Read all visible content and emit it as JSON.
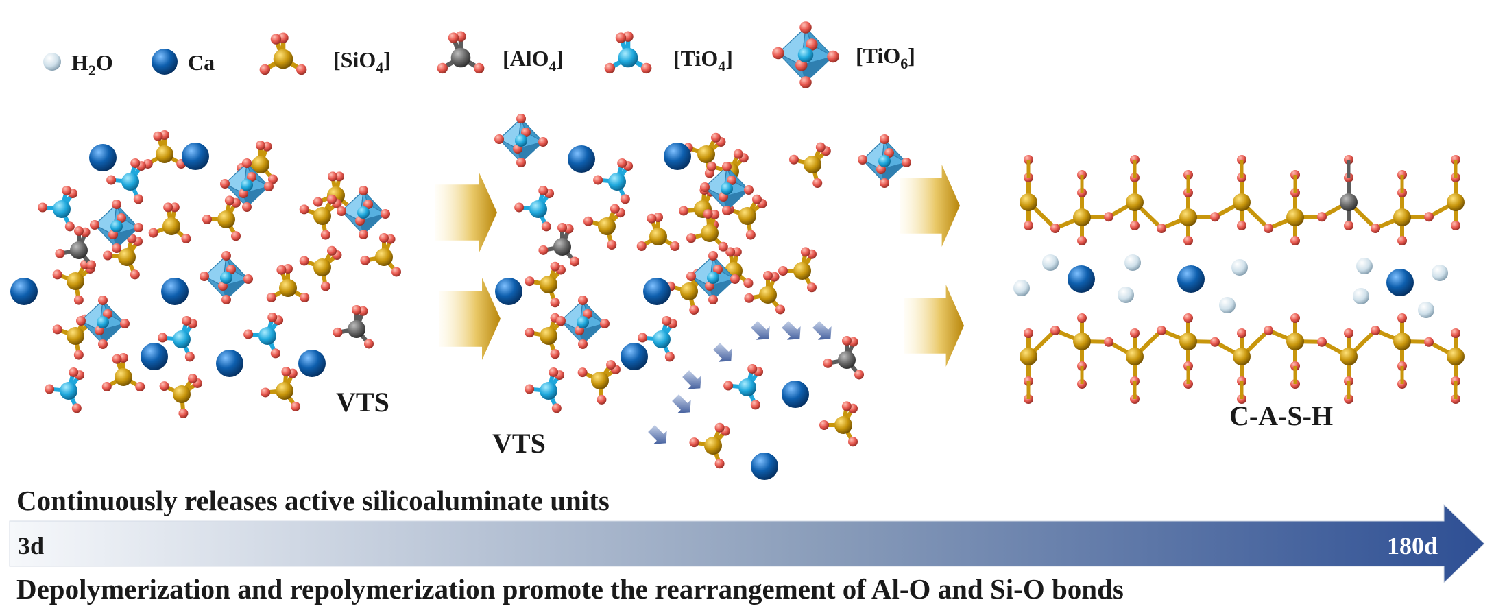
{
  "legend": [
    {
      "key": "h2o",
      "label": "H",
      "sub": "2",
      "label_after": "O",
      "icon": "water-sphere-icon"
    },
    {
      "key": "ca",
      "label": "Ca",
      "sub": "",
      "label_after": "",
      "icon": "calcium-sphere-icon"
    },
    {
      "key": "sio4",
      "label": "[SiO",
      "sub": "4",
      "label_after": "]",
      "icon": "sio4-tetrahedron-icon"
    },
    {
      "key": "alo4",
      "label": "[AlO",
      "sub": "4",
      "label_after": "]",
      "icon": "alo4-tetrahedron-icon"
    },
    {
      "key": "tio4",
      "label": "[TiO",
      "sub": "4",
      "label_after": "]",
      "icon": "tio4-tetrahedron-icon"
    },
    {
      "key": "tio6",
      "label": "[TiO",
      "sub": "6",
      "label_after": "]",
      "icon": "tio6-octahedron-icon"
    }
  ],
  "panels": {
    "left_label": "VTS",
    "middle_label": "VTS",
    "right_label": "C-A-S-H"
  },
  "timeline": {
    "start": "3d",
    "end": "180d",
    "top_caption": "Continuously releases active silicoaluminate units",
    "bottom_caption": "Depolymerization and repolymerization promote the rearrangement of Al-O and Si-O bonds"
  },
  "colors": {
    "silicon": "#c8960c",
    "aluminum": "#6a6a6a",
    "titanium": "#1fa8dc",
    "oxygen": "#e8584f",
    "calcium": "#0e5fae",
    "water": "#cfe0ea",
    "octahedron": "#4aa6d8",
    "arrow_gold": "#c89b10",
    "timeline_dark": "#2e4f94"
  }
}
